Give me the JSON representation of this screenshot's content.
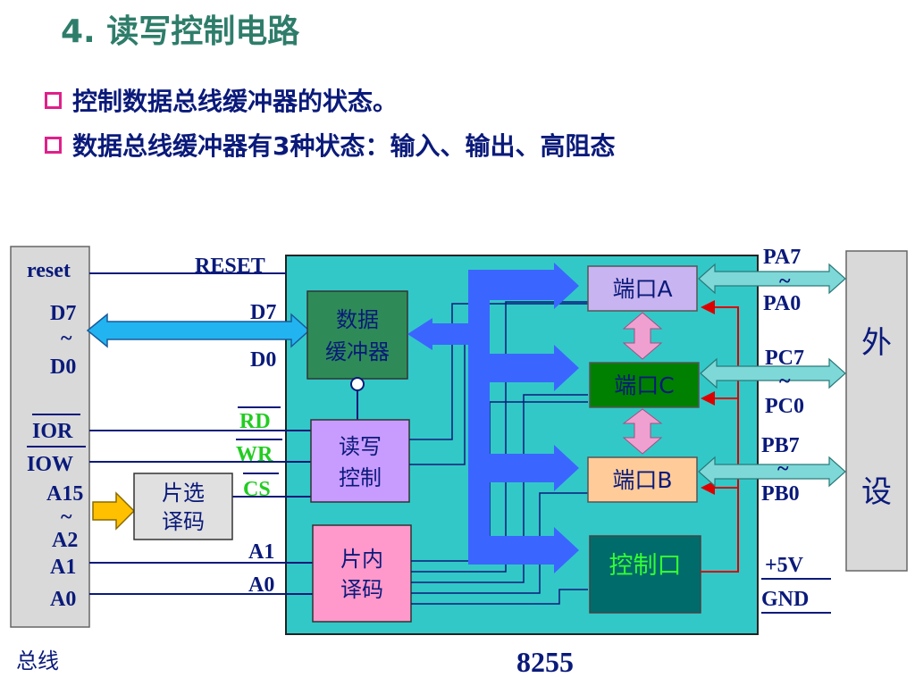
{
  "title": "4. 读写控制电路",
  "bullets": [
    "控制数据总线缓冲器的状态。",
    "数据总线缓冲器有3种状态：输入、输出、高阻态"
  ],
  "bus": {
    "signals": [
      "reset",
      "D7",
      "~",
      "D0",
      "IOR",
      "IOW",
      "A15",
      "~",
      "A2",
      "A1",
      "A0"
    ],
    "caption": "总线"
  },
  "chip": {
    "pins_left": [
      "RESET",
      "D7",
      "D0",
      "RD",
      "WR",
      "CS",
      "A1",
      "A0"
    ],
    "name": "8255",
    "blocks": {
      "data_buffer": [
        "数据",
        "缓冲器"
      ],
      "rw_control": [
        "读写",
        "控制"
      ],
      "internal_decode": [
        "片内",
        "译码"
      ],
      "chip_select_decode": [
        "片选",
        "译码"
      ],
      "port_a": "端口A",
      "port_c": "端口C",
      "port_b": "端口B",
      "control_port": "控制口"
    },
    "pins_right": [
      "PA7",
      "~",
      "PA0",
      "PC7",
      "~",
      "PC0",
      "PB7",
      "~",
      "PB0",
      "+5V",
      "GND"
    ]
  },
  "peripheral": [
    "外",
    "设"
  ],
  "colors": {
    "chip_fill": "#33c8c8",
    "data_buffer_fill": "#2e8b57",
    "rw_control_fill": "#c89cff",
    "internal_decode_fill": "#ff99cc",
    "port_a_fill": "#c8b4f0",
    "port_c_fill": "#008000",
    "port_b_fill": "#ffcc99",
    "control_port_fill": "#006b6b",
    "bus_arrow": "#3a66ff",
    "active_low_text": "#22cc22"
  }
}
